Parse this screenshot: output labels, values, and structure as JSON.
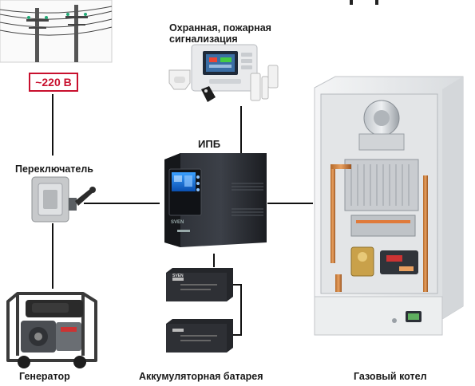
{
  "power_source": {
    "voltage_label": "~220 В"
  },
  "alarm": {
    "label_line1": "Охранная, пожарная",
    "label_line2": "сигнализация"
  },
  "ups": {
    "label": "ИПБ",
    "brand": "SVEN"
  },
  "switch": {
    "label": "Переключатель"
  },
  "generator": {
    "label": "Генератор"
  },
  "battery": {
    "label": "Аккумуляторная батарея",
    "brand": "SVEN"
  },
  "boiler": {
    "label": "Газовый котел"
  },
  "colors": {
    "accent": "#c8102e",
    "connector": "#111111"
  }
}
